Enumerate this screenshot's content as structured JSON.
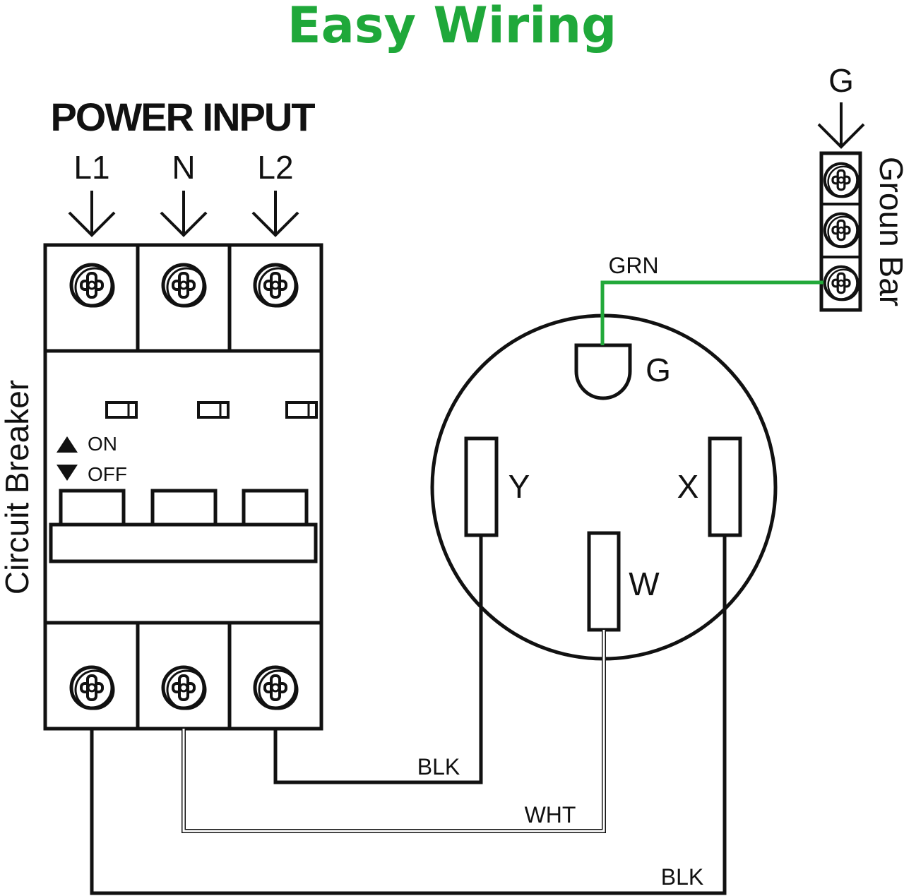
{
  "title": "Easy Wiring",
  "power_input": {
    "heading": "POWER INPUT",
    "terminals": [
      "L1",
      "N",
      "L2"
    ]
  },
  "breaker": {
    "label": "Circuit Breaker",
    "on_label": "ON",
    "off_label": "OFF"
  },
  "ground": {
    "input_label": "G",
    "bar_label": "Groun Bar"
  },
  "receptacle": {
    "pins": {
      "g": "G",
      "y": "Y",
      "x": "X",
      "w": "W"
    }
  },
  "wires": {
    "grn": "GRN",
    "blk_y": "BLK",
    "wht": "WHT",
    "blk_x": "BLK"
  },
  "colors": {
    "title": "#1fa83a",
    "ground_wire": "#22a93a",
    "line": "#111111"
  }
}
